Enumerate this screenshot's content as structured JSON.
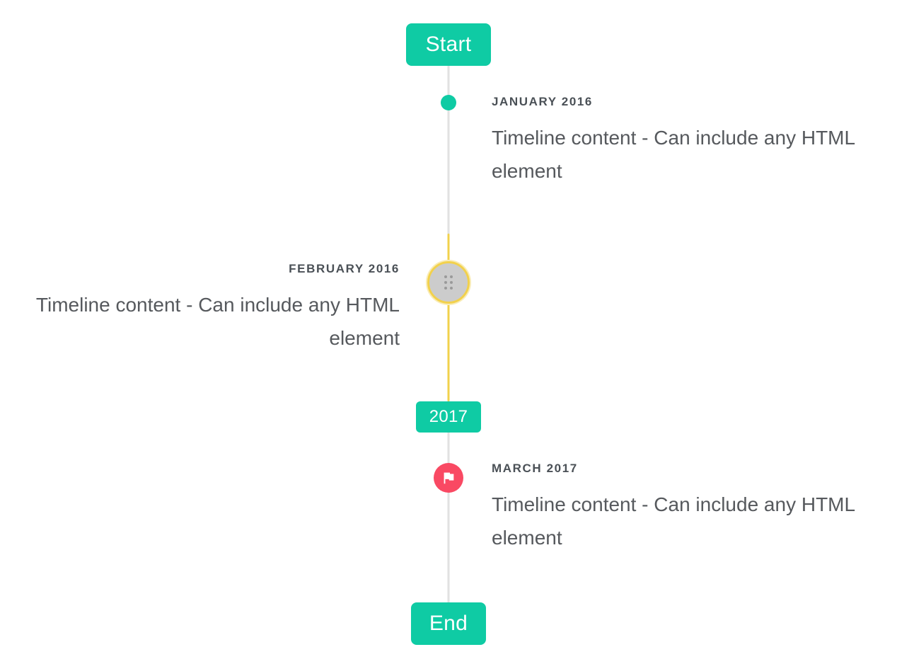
{
  "timeline": {
    "start_label": "Start",
    "year_label": "2017",
    "end_label": "End",
    "entries": [
      {
        "title": "JANUARY 2016",
        "content": "Timeline content - Can include any HTML element",
        "side": "right",
        "marker": "dot-marker"
      },
      {
        "title": "FEBRUARY 2016",
        "content": "Timeline content - Can include any HTML element",
        "side": "left",
        "marker": "photo-marker"
      },
      {
        "title": "MARCH 2017",
        "content": "Timeline content - Can include any HTML element",
        "side": "right",
        "marker": "flag-marker"
      }
    ],
    "icons": {
      "february_marker": "dots-icon",
      "march_marker": "flag-icon"
    },
    "colors": {
      "accent": "#0fcba4",
      "line": "#e1e1e1",
      "highlight": "#f2d14c",
      "highlight_glow": "#f9ecb5",
      "flag": "#f94963",
      "marker_gray": "#cccccc",
      "title_text": "#4a5056",
      "content_text": "#56595d"
    }
  }
}
